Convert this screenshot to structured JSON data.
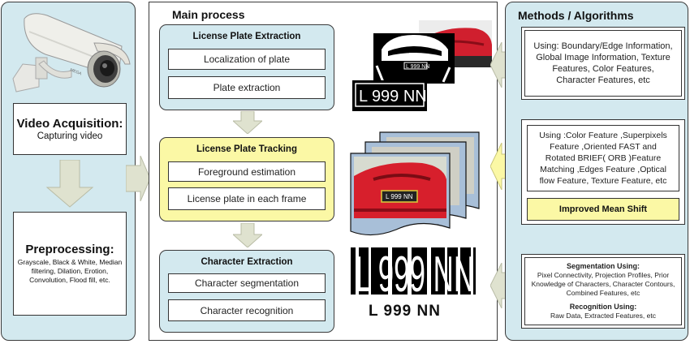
{
  "left": {
    "video_acquisition": {
      "title": "Video Acquisition:",
      "subtitle": "Capturing video"
    },
    "preprocessing": {
      "title": "Preprocessing:",
      "lines": [
        "Grayscale, Black & White, Median",
        "filtering, Dilation, Erotion,",
        "Convolution, Flood fill, etc."
      ]
    }
  },
  "main": {
    "title": "Main process",
    "stages": [
      {
        "title": "License Plate Extraction",
        "steps": [
          "Localization of plate",
          "Plate extraction"
        ]
      },
      {
        "title": "License Plate Tracking",
        "steps": [
          "Foreground estimation",
          "License plate in each frame"
        ]
      },
      {
        "title": "Character Extraction",
        "steps": [
          "Character segmentation",
          "Character recognition"
        ]
      }
    ],
    "plate_text": "L 999 NN",
    "barcode_text": "L 999 NN"
  },
  "right": {
    "title": "Methods / Algorithms",
    "extraction_methods": [
      "Using: Boundary/Edge Information,",
      "Global Image Information, Texture",
      "Features, Color Features,",
      "Character Features, etc"
    ],
    "tracking_methods": [
      "Using :Color Feature ,Superpixels",
      "Feature ,Oriented FAST and",
      "Rotated BRIEF( ORB )Feature",
      "Matching ,Edges Feature ,Optical",
      "flow Feature, Texture Feature, etc"
    ],
    "tracking_highlight": "Improved Mean Shift",
    "character": {
      "seg_title": "Segmentation Using:",
      "seg_lines": [
        "Pixel Connectivity, Projection Profiles, Prior",
        "Knowledge of Characters, Character Contours,",
        "Combined Features, etc"
      ],
      "rec_title": "Recognition Using:",
      "rec_lines": [
        "Raw Data, Extracted Features, etc"
      ]
    }
  },
  "colors": {
    "panel_blue": "#d3e9ef",
    "tracking_yellow": "#fbf8a5",
    "arrow_gray": "#dfe2cf",
    "arrow_yellow": "#fbf8a5"
  }
}
